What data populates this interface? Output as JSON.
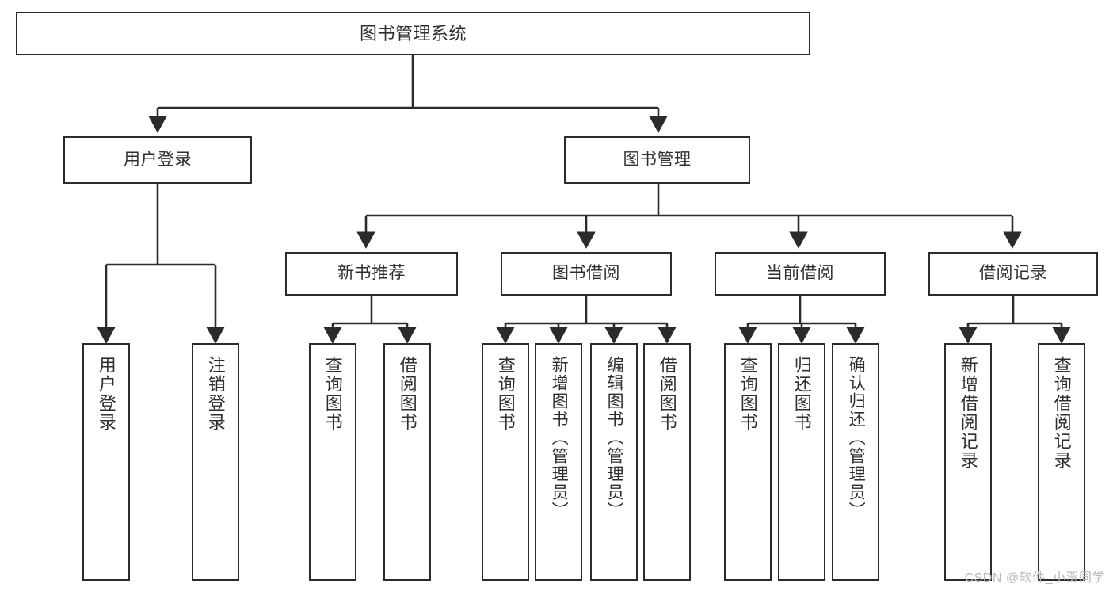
{
  "diagram": {
    "title": "图书管理系统",
    "type": "功能结构图",
    "stroke_color": "#2b2b2b",
    "text_color": "#2f2f2f",
    "background_color": "#ffffff"
  },
  "nodes": {
    "root": {
      "label": "图书管理系统"
    },
    "level1": [
      {
        "id": "user-login",
        "label": "用户登录"
      },
      {
        "id": "book-manage",
        "label": "图书管理"
      }
    ],
    "level2": [
      {
        "id": "new-book-recommend",
        "label": "新书推荐"
      },
      {
        "id": "book-borrow",
        "label": "图书借阅"
      },
      {
        "id": "current-borrow",
        "label": "当前借阅"
      },
      {
        "id": "borrow-record",
        "label": "借阅记录"
      }
    ],
    "leaves": [
      {
        "id": "leaf-user-login",
        "label": "用户登录",
        "parent": "user-login"
      },
      {
        "id": "leaf-logout",
        "label": "注销登录",
        "parent": "user-login"
      },
      {
        "id": "leaf-query-book-1",
        "label": "查询图书",
        "parent": "new-book-recommend"
      },
      {
        "id": "leaf-borrow-book-1",
        "label": "借阅图书",
        "parent": "new-book-recommend"
      },
      {
        "id": "leaf-query-book-2",
        "label": "查询图书",
        "parent": "book-borrow"
      },
      {
        "id": "leaf-add-book",
        "label": "新增图书（管理员）",
        "parent": "book-borrow"
      },
      {
        "id": "leaf-edit-book",
        "label": "编辑图书（管理员）",
        "parent": "book-borrow"
      },
      {
        "id": "leaf-borrow-book-2",
        "label": "借阅图书",
        "parent": "book-borrow"
      },
      {
        "id": "leaf-query-book-3",
        "label": "查询图书",
        "parent": "current-borrow"
      },
      {
        "id": "leaf-return-book",
        "label": "归还图书",
        "parent": "current-borrow"
      },
      {
        "id": "leaf-confirm-return",
        "label": "确认归还（管理员）",
        "parent": "current-borrow"
      },
      {
        "id": "leaf-add-record",
        "label": "新增借阅记录",
        "parent": "borrow-record"
      },
      {
        "id": "leaf-query-record",
        "label": "查询借阅记录",
        "parent": "borrow-record"
      }
    ]
  },
  "watermark": {
    "text": "CSDN @软件_小贺同学"
  }
}
